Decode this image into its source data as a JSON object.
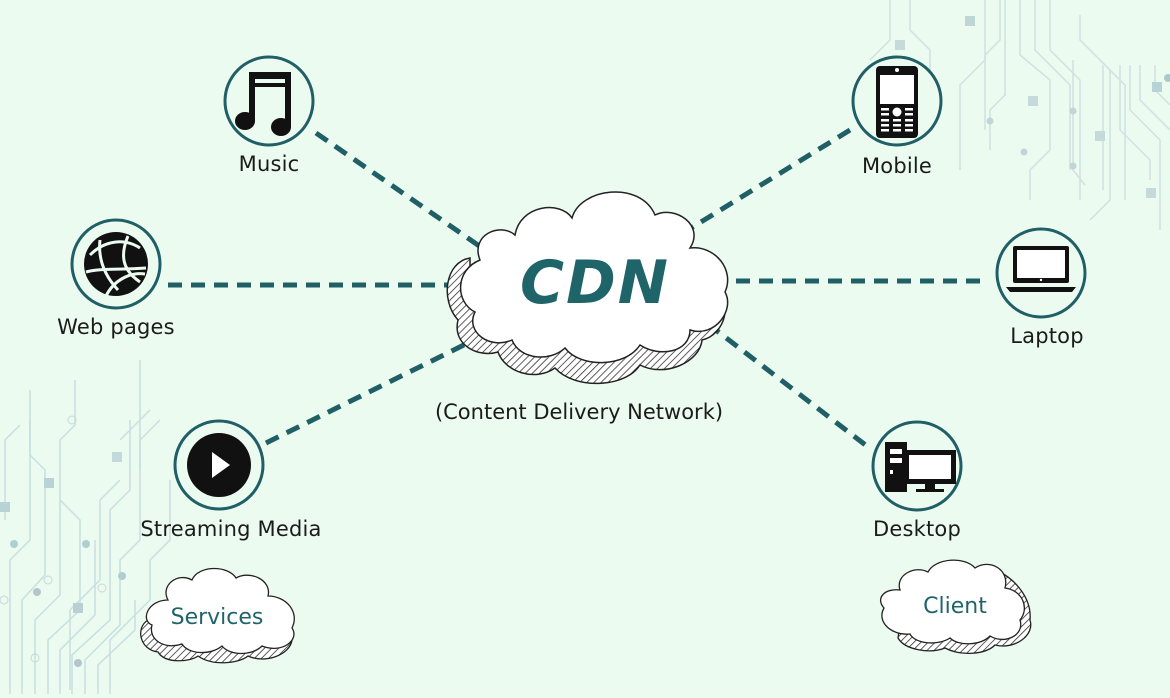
{
  "diagram": {
    "center": {
      "title": "CDN",
      "subtitle": "(Content Delivery Network)"
    },
    "services": {
      "group_label": "Services",
      "nodes": [
        {
          "id": "music",
          "label": "Music",
          "icon": "music-note-icon"
        },
        {
          "id": "web-pages",
          "label": "Web pages",
          "icon": "globe-icon"
        },
        {
          "id": "streaming-media",
          "label": "Streaming Media",
          "icon": "play-icon"
        }
      ]
    },
    "clients": {
      "group_label": "Client",
      "nodes": [
        {
          "id": "mobile",
          "label": "Mobile",
          "icon": "mobile-phone-icon"
        },
        {
          "id": "laptop",
          "label": "Laptop",
          "icon": "laptop-icon"
        },
        {
          "id": "desktop",
          "label": "Desktop",
          "icon": "desktop-computer-icon"
        }
      ]
    },
    "colors": {
      "background": "#ecfbf0",
      "accent": "#1f6469",
      "icon": "#111111",
      "circuit": "#c5dcdc"
    }
  }
}
